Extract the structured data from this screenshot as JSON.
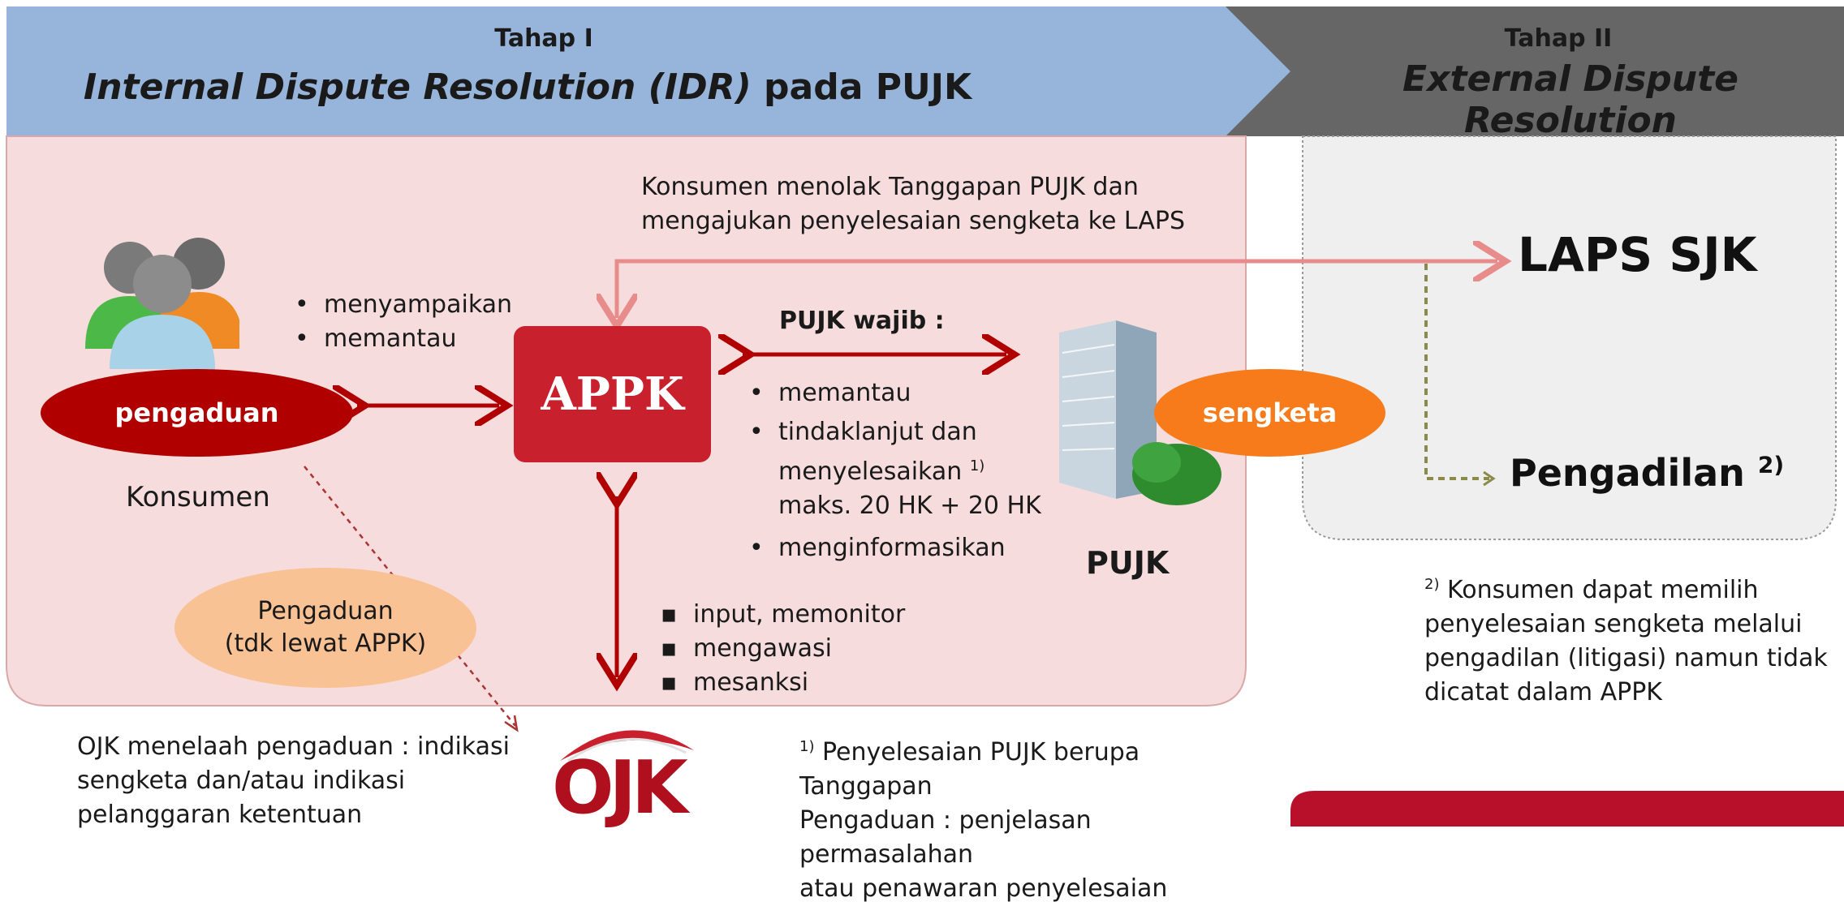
{
  "stage1": {
    "label": "Tahap I",
    "title_italic": "Internal Dispute Resolution (IDR)",
    "title_rest": " pada PUJK"
  },
  "stage2": {
    "label": "Tahap II",
    "title": "External Dispute Resolution"
  },
  "konsumen_note": {
    "line1": "Konsumen menolak Tanggapan PUJK dan",
    "line2": "mengajukan  penyelesaian sengketa ke LAPS"
  },
  "consumer": {
    "label": "Konsumen",
    "actions": [
      "menyampaikan",
      "memantau"
    ]
  },
  "pengaduan_ellipse": "pengaduan",
  "appk_box": "APPK",
  "pujk_wajib": {
    "heading": "PUJK wajib :",
    "items": [
      "memantau",
      "tindaklanjut dan",
      "menyelesaikan",
      "maks. 20 HK + 20 HK",
      "menginformasikan"
    ],
    "footnote_mark": "1)"
  },
  "pujk": {
    "label": "PUJK"
  },
  "sengketa_ellipse": "sengketa",
  "laps": "LAPS SJK",
  "pengadilan": {
    "label": "Pengadilan",
    "mark": "2)"
  },
  "pengaduan_direct": {
    "line1": "Pengaduan",
    "line2": "(tdk lewat APPK)"
  },
  "ojk_actions": [
    "input, memonitor",
    "mengawasi",
    "mesanksi"
  ],
  "ojk_note": [
    "OJK menelaah pengaduan : indikasi",
    "sengketa dan/atau indikasi",
    "pelanggaran ketentuan"
  ],
  "ojk_logo_text": "OJK",
  "footnote1": {
    "mark": "1)",
    "lines": [
      "Penyelesaian PUJK berupa Tanggapan",
      "Pengaduan : penjelasan permasalahan",
      "atau penawaran penyelesaian"
    ]
  },
  "footnote2": {
    "mark": "2)",
    "lines": [
      "Konsumen dapat memilih",
      "penyelesaian sengketa melalui",
      "pengadilan (litigasi) namun tidak",
      "dicatat dalam APPK"
    ]
  },
  "colors": {
    "header1": "#97B5DB",
    "header2": "#6B6B6B",
    "zone1": "#F6DCDC",
    "zone2": "#EFEFEF",
    "red_dark": "#B00000",
    "appk": "#C8202C",
    "orange": "#F77B1B",
    "peach": "#F9C294",
    "pink_arrow": "#E88B8B",
    "olive": "#8A8A4A"
  }
}
